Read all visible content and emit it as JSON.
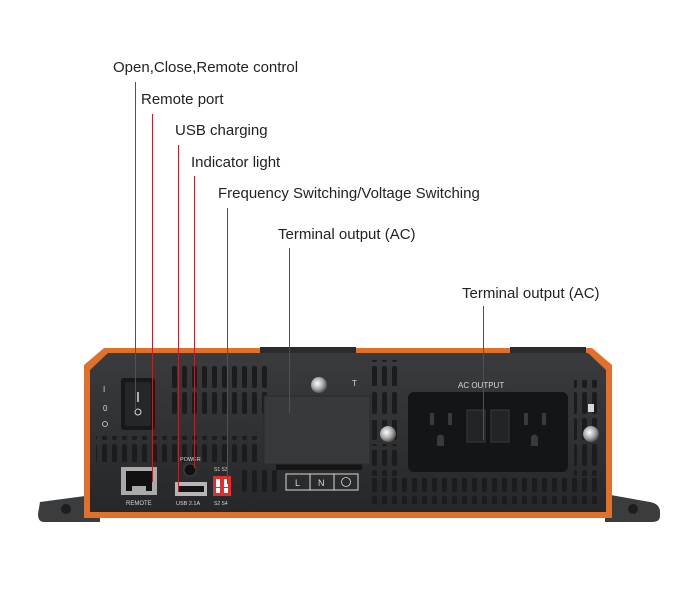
{
  "callouts": {
    "open_close": "Open,Close,Remote control",
    "remote_port": "Remote port",
    "usb_charging": "USB charging",
    "indicator": "Indicator light",
    "freq_switch": "Frequency Switching/Voltage Switching",
    "terminal_left": "Terminal output (AC)",
    "terminal_right": "Terminal output (AC)"
  },
  "panel_labels": {
    "switch_on": "I",
    "switch_zero": "0",
    "remote": "REMOTE",
    "power": "POWER",
    "usb": "USB  2.1A",
    "s1s3": "S1  S3",
    "s2s4": "S2  S4",
    "ac_output": "AC    OUTPUT",
    "terminal_t": "T",
    "l": "L",
    "n": "N"
  },
  "colors": {
    "accent": "#e0702a",
    "body": "#2e2f31",
    "leader": "#b3262c",
    "dip": "#e02d2d"
  }
}
